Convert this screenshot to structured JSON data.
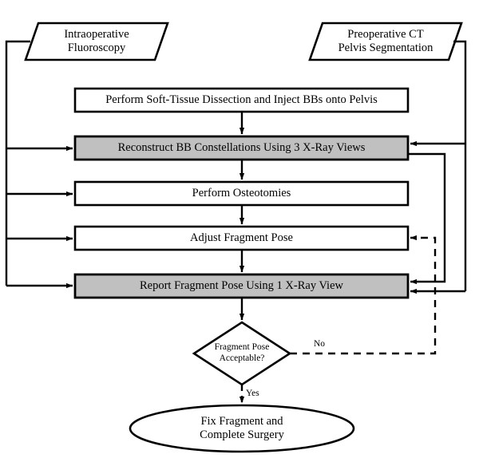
{
  "diagram": {
    "title": "Surgical Navigation Workflow Flowchart",
    "type": "flowchart",
    "colors": {
      "highlight_fill": "#c0c0c0",
      "plain_fill": "#ffffff",
      "stroke": "#000000",
      "background": "#ffffff"
    },
    "nodes": {
      "input_fluoroscopy": {
        "shape": "parallelogram",
        "label": "Intraoperative\nFluoroscopy",
        "fill": "#ffffff"
      },
      "input_ct": {
        "shape": "parallelogram",
        "label": "Preoperative CT\nPelvis Segmentation",
        "fill": "#ffffff"
      },
      "step_dissection": {
        "shape": "rect",
        "label": "Perform Soft-Tissue Dissection and Inject BBs onto Pelvis",
        "fill": "#ffffff"
      },
      "step_reconstruct": {
        "shape": "rect",
        "label": "Reconstruct BB Constellations Using 3 X-Ray Views",
        "fill": "#c0c0c0"
      },
      "step_osteotomies": {
        "shape": "rect",
        "label": "Perform Osteotomies",
        "fill": "#ffffff"
      },
      "step_adjust": {
        "shape": "rect",
        "label": "Adjust Fragment Pose",
        "fill": "#ffffff"
      },
      "step_report": {
        "shape": "rect",
        "label": "Report Fragment Pose Using 1 X-Ray View",
        "fill": "#c0c0c0"
      },
      "decision_acceptable": {
        "shape": "diamond",
        "label": "Fragment Pose\nAcceptable?",
        "fill": "#ffffff"
      },
      "terminal_fix": {
        "shape": "ellipse",
        "label": "Fix Fragment and\nComplete Surgery",
        "fill": "#ffffff"
      }
    },
    "edge_labels": {
      "no": "No",
      "yes": "Yes"
    }
  }
}
